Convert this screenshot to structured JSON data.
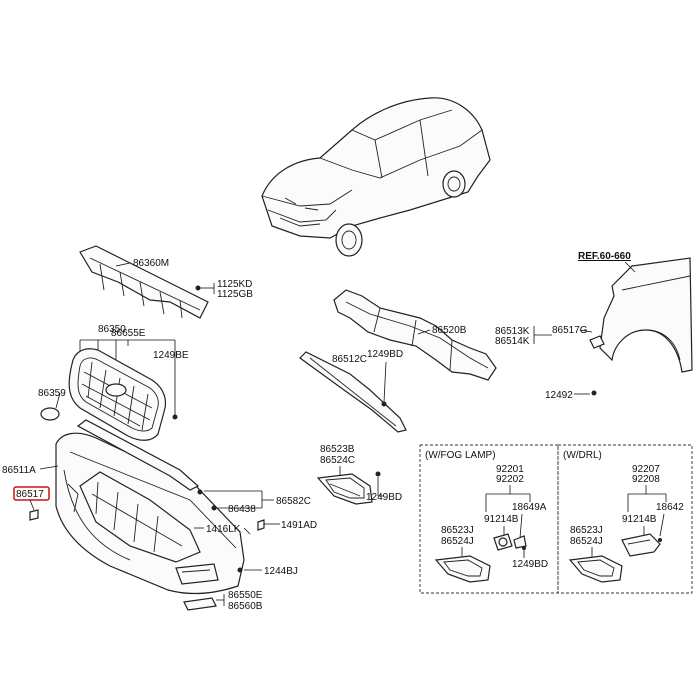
{
  "diagram": {
    "ref_label": "REF.60-660",
    "variant_boxes": {
      "fog_lamp_title": "(W/FOG LAMP)",
      "drl_title": "(W/DRL)"
    },
    "parts": {
      "p86360M": "86360M",
      "p1125KD": "1125KD",
      "p1125GB": "1125GB",
      "p86350": "86350",
      "p86655E": "86655E",
      "p86359": "86359",
      "p1249BE": "1249BE",
      "p86520B": "86520B",
      "p86512C": "86512C",
      "p1249BD_a": "1249BD",
      "p86513K": "86513K",
      "p86514K": "86514K",
      "p86517G": "86517G",
      "p12492": "12492",
      "p86511A": "86511A",
      "p86517": "86517",
      "p86438": "86438",
      "p86582C": "86582C",
      "p1416LK": "1416LK",
      "p1491AD": "1491AD",
      "p1244BJ": "1244BJ",
      "p86550E": "86550E",
      "p86560B": "86560B",
      "p86523B": "86523B",
      "p86524C": "86524C",
      "p1249BD_b": "1249BD",
      "fog_92201": "92201",
      "fog_92202": "92202",
      "fog_18649A": "18649A",
      "fog_91214B": "91214B",
      "fog_86523J": "86523J",
      "fog_86524J": "86524J",
      "fog_1249BD": "1249BD",
      "drl_92207": "92207",
      "drl_92208": "92208",
      "drl_91214B": "91214B",
      "drl_18642": "18642",
      "drl_86523J": "86523J",
      "drl_86524J": "86524J"
    },
    "highlight_color": "#d01010"
  }
}
